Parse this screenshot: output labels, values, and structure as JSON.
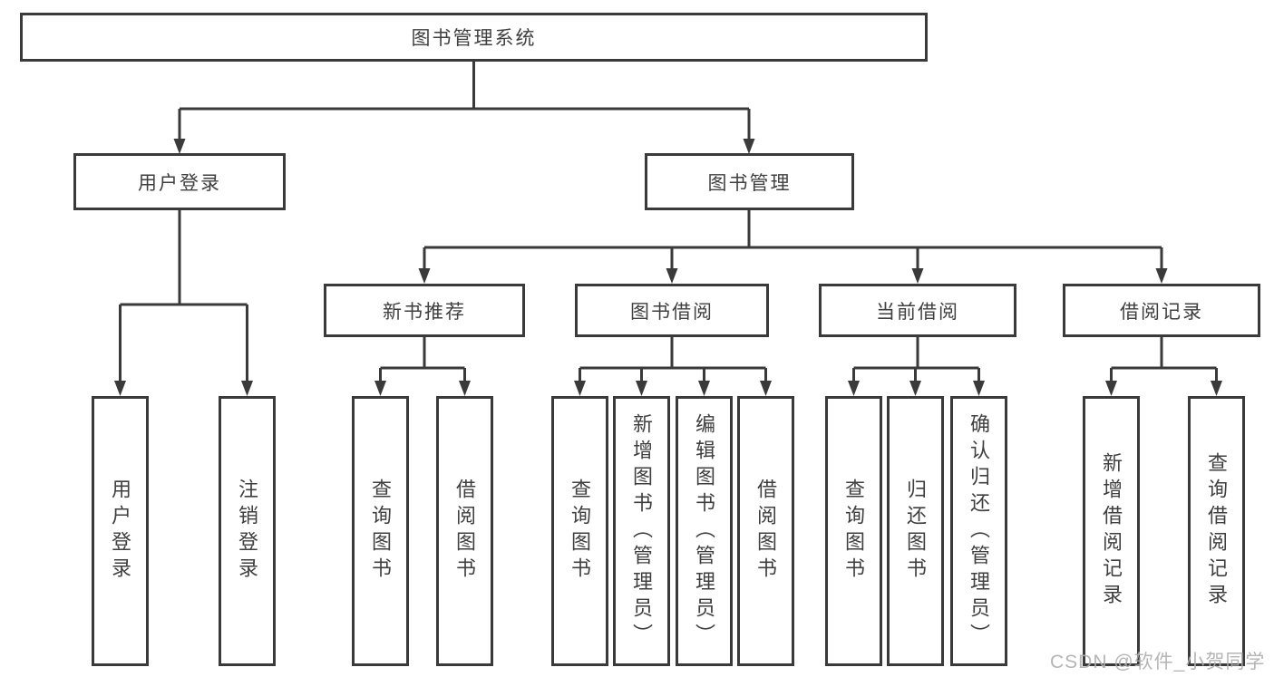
{
  "nodes": {
    "root": "图书管理系统",
    "branches": [
      "用户登录",
      "图书管理"
    ],
    "sections": [
      "新书推荐",
      "图书借阅",
      "当前借阅",
      "借阅记录"
    ],
    "leaves": [
      "用户登录",
      "注销登录",
      "查询图书",
      "借阅图书",
      "查询图书",
      "新增图书（管理员）",
      "编辑图书（管理员）",
      "借阅图书",
      "查询图书",
      "归还图书",
      "确认归还（管理员）",
      "新增借阅记录",
      "查询借阅记录"
    ]
  },
  "watermark": "CSDN @软件_小贺同学",
  "colors": {
    "line": "#3a3a3a",
    "box_background": "#ffffff",
    "text": "#3f3f3f",
    "watermark": "#afafaf"
  }
}
